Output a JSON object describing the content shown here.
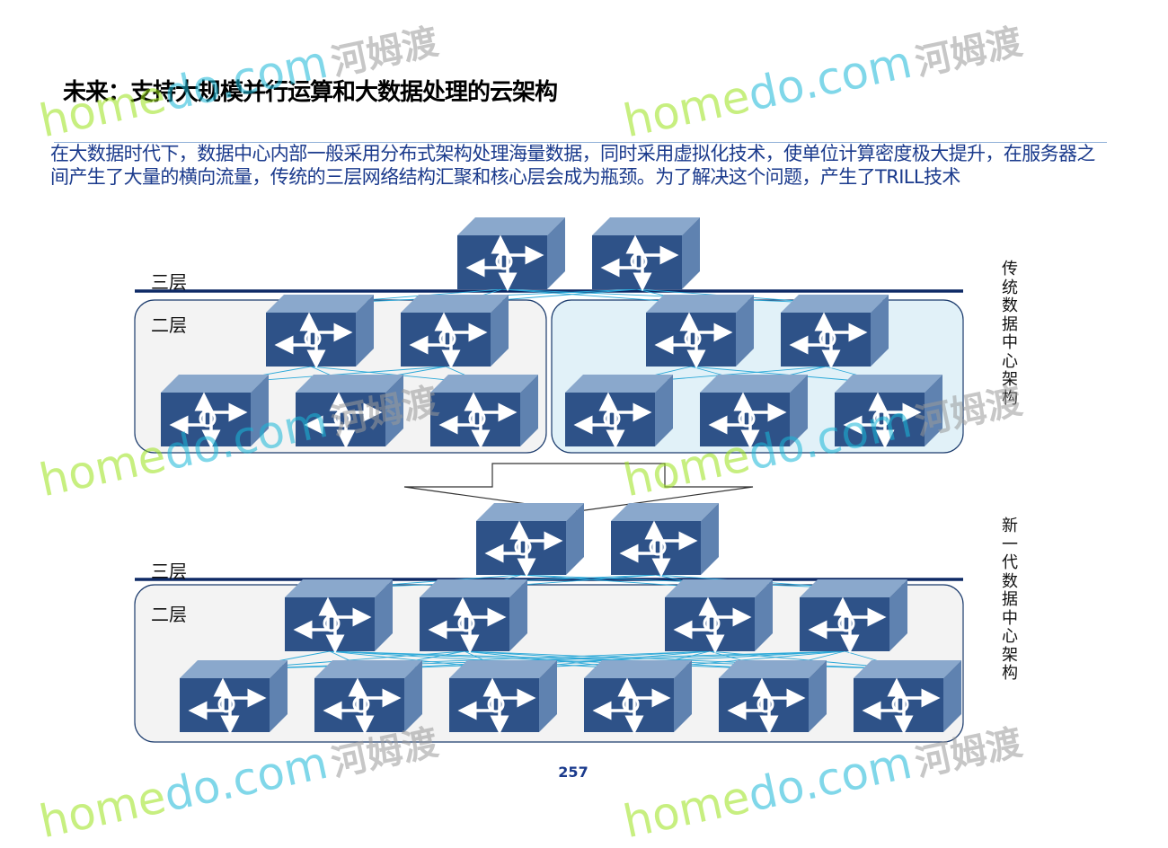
{
  "slide": {
    "title": "未来：支持大规模并行运算和大数据处理的云架构",
    "description": "在大数据时代下，数据中心内部一般采用分布式架构处理海量数据，同时采用虚拟化技术，使单位计算密度极大提升，在服务器之间产生了大量的横向流量，传统的三层网络结构汇聚和核心层会成为瓶颈。为了解决这个问题，产生了TRILL技术",
    "page_number": "257"
  },
  "diagram": {
    "traditional": {
      "layer3_label": "三层",
      "layer2_label": "二层",
      "side_label": "传统数据中心架构"
    },
    "new_gen": {
      "layer3_label": "三层",
      "layer2_label": "二层",
      "side_label": "新一代数据中心架构"
    },
    "colors": {
      "switch_front": "#2e5288",
      "switch_top": "#8aa8cc",
      "switch_side": "#5f82b0",
      "link": "#2aa8d8",
      "layer_line": "#0e2a66",
      "group_border": "#1a3a6c"
    },
    "icon": "switch-icon"
  },
  "watermark": {
    "en_a": "home",
    "en_b": "do.com",
    "cn": "河姆渡"
  }
}
